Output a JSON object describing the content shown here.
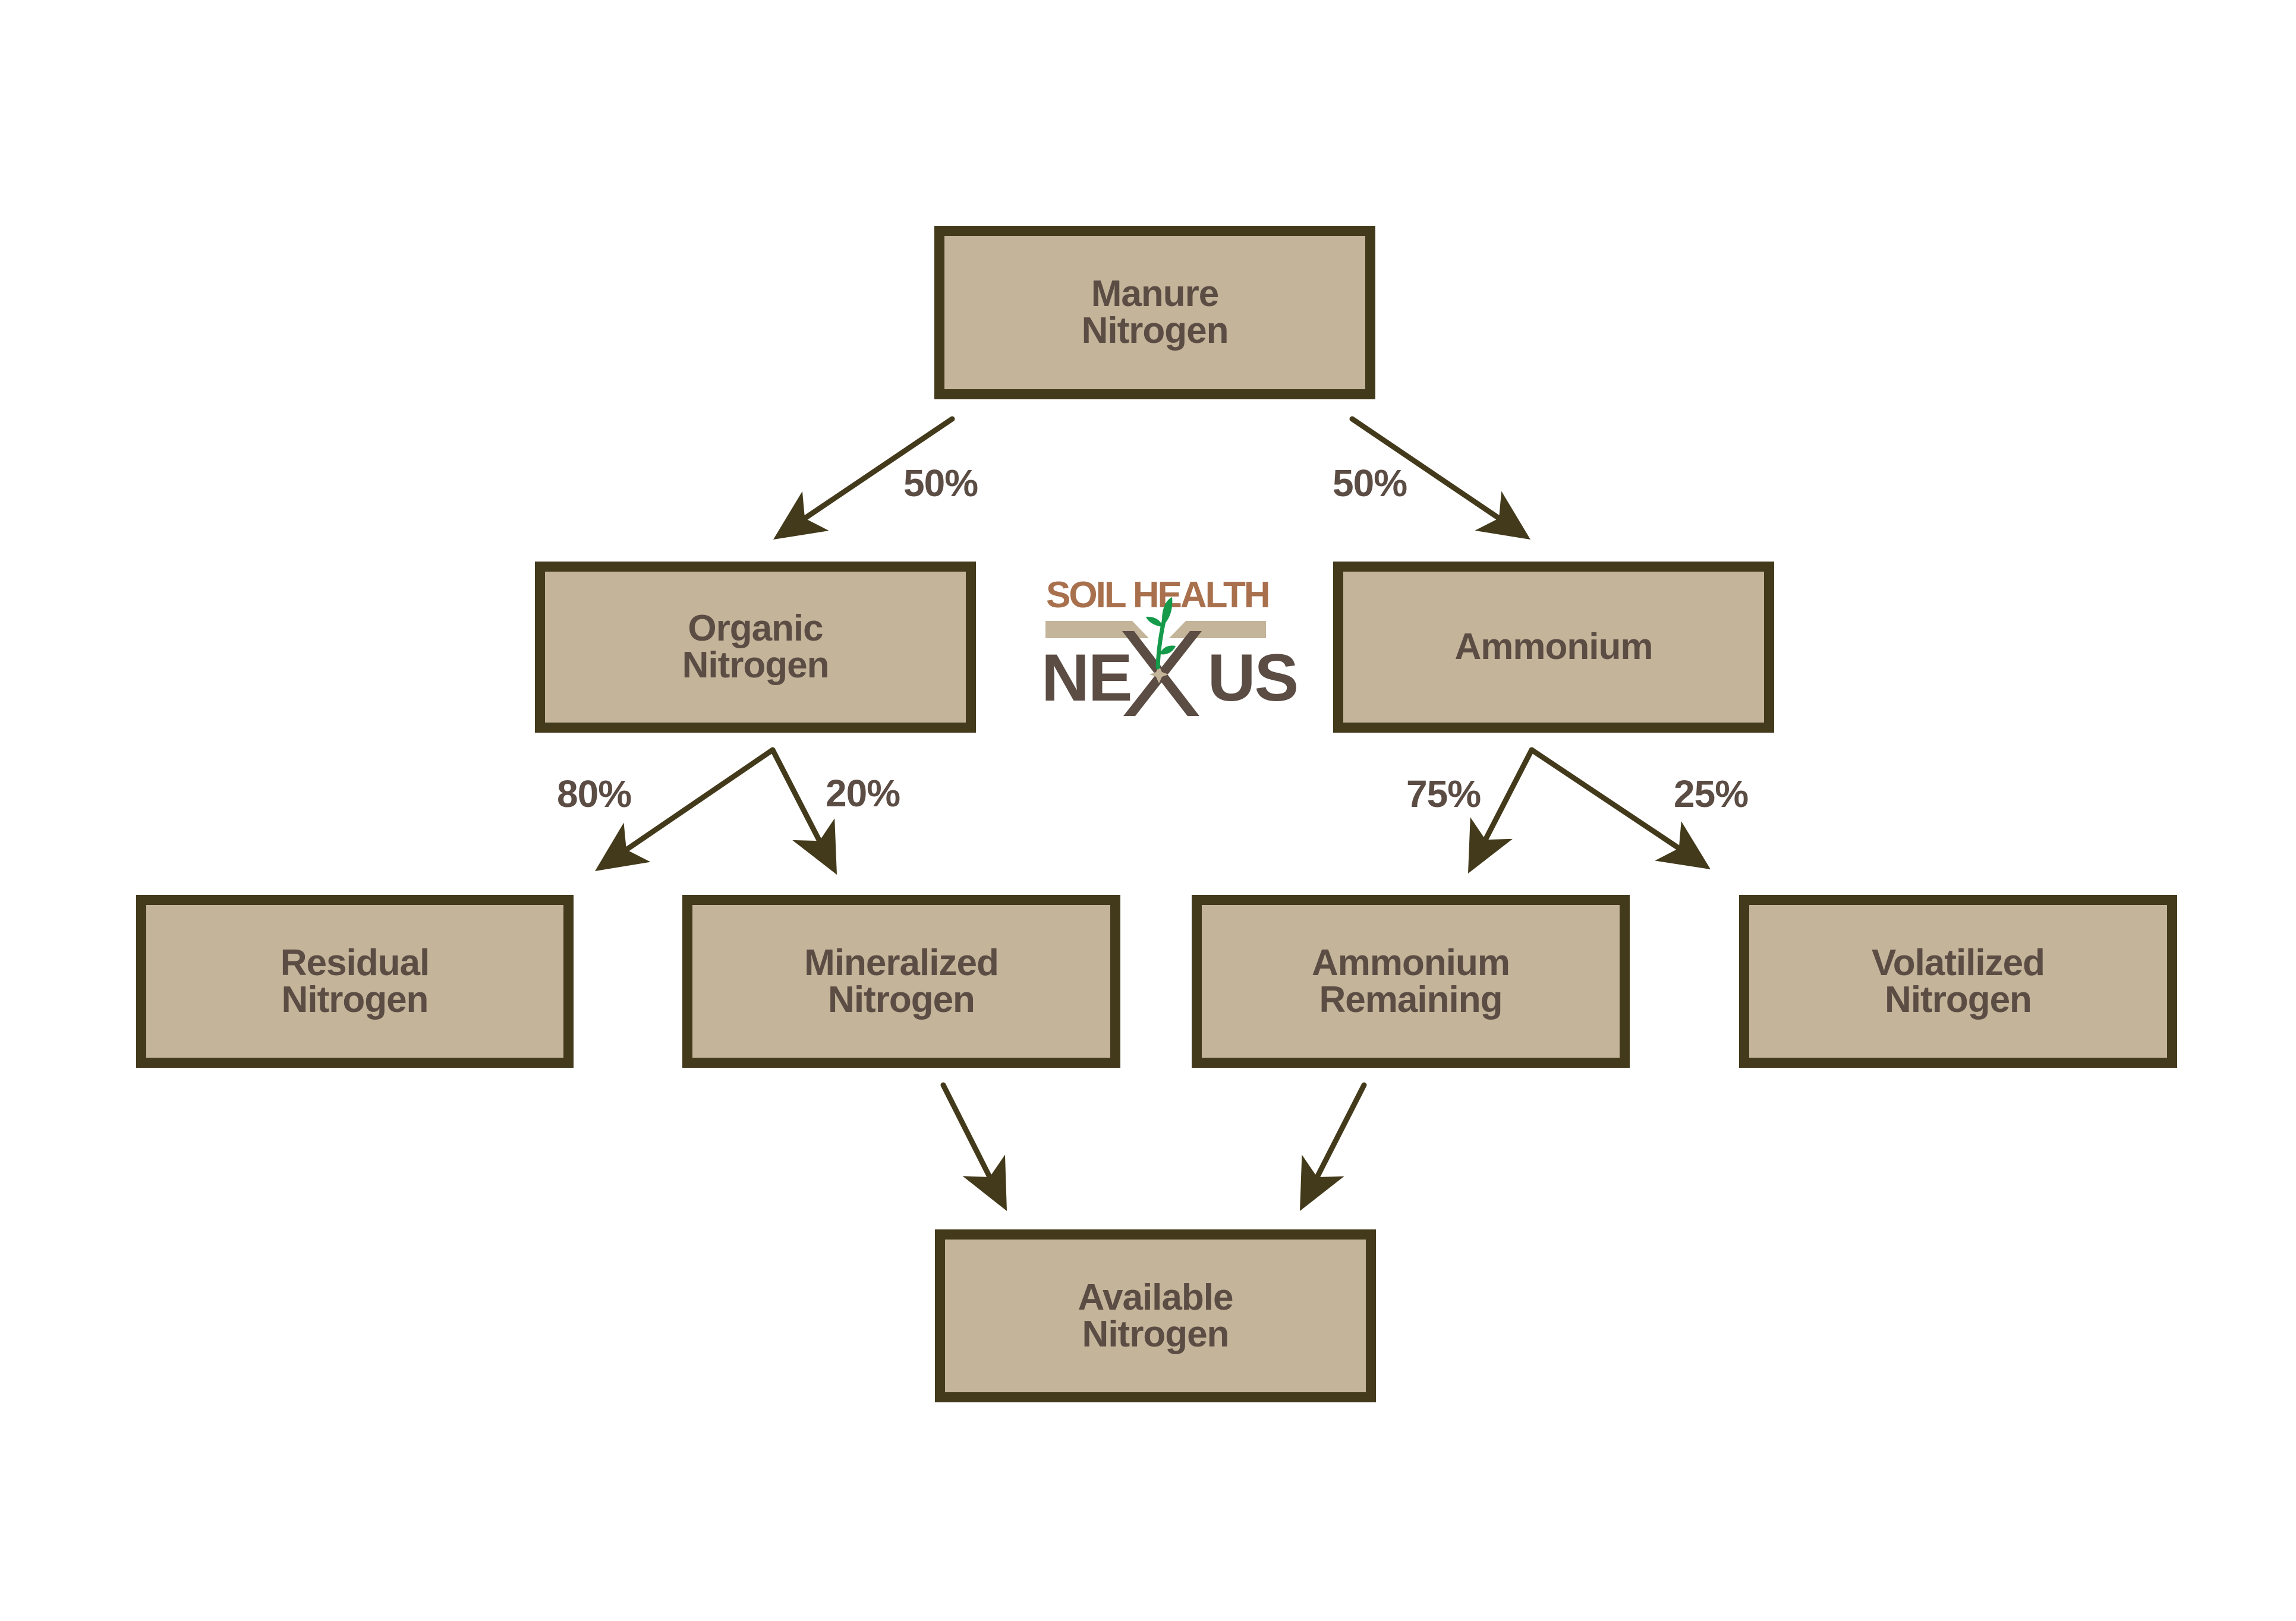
{
  "colors": {
    "box_fill": "#c3b49a",
    "box_border": "#433a1b",
    "text": "#5b4c44",
    "arrow": "#433a1b",
    "logo_brown": "#a8704d",
    "logo_dark": "#5b4c44",
    "logo_green": "#149a4a",
    "logo_beige": "#c3b49a"
  },
  "nodes": {
    "manure": {
      "line1": "Manure",
      "line2": "Nitrogen"
    },
    "organic": {
      "line1": "Organic",
      "line2": "Nitrogen"
    },
    "ammonium": {
      "line1": "Ammonium"
    },
    "residual": {
      "line1": "Residual",
      "line2": "Nitrogen"
    },
    "mineralized": {
      "line1": "Mineralized",
      "line2": "Nitrogen"
    },
    "ammonium_remaining": {
      "line1": "Ammonium",
      "line2": "Remaining"
    },
    "volatilized": {
      "line1": "Volatilized",
      "line2": "Nitrogen"
    },
    "available": {
      "line1": "Available",
      "line2": "Nitrogen"
    }
  },
  "edges": [
    {
      "from": "Manure Nitrogen",
      "to": "Organic Nitrogen",
      "label": "50%"
    },
    {
      "from": "Manure Nitrogen",
      "to": "Ammonium",
      "label": "50%"
    },
    {
      "from": "Organic Nitrogen",
      "to": "Residual Nitrogen",
      "label": "80%"
    },
    {
      "from": "Organic Nitrogen",
      "to": "Mineralized Nitrogen",
      "label": "20%"
    },
    {
      "from": "Ammonium",
      "to": "Ammonium Remaining",
      "label": "75%"
    },
    {
      "from": "Ammonium",
      "to": "Volatilized Nitrogen",
      "label": "25%"
    },
    {
      "from": "Mineralized Nitrogen",
      "to": "Available Nitrogen",
      "label": ""
    },
    {
      "from": "Ammonium Remaining",
      "to": "Available Nitrogen",
      "label": ""
    }
  ],
  "logo": {
    "line1": "SOIL HEALTH",
    "line2_left": "NE",
    "line2_right": "US",
    "icon": "sprouting-x-icon"
  }
}
